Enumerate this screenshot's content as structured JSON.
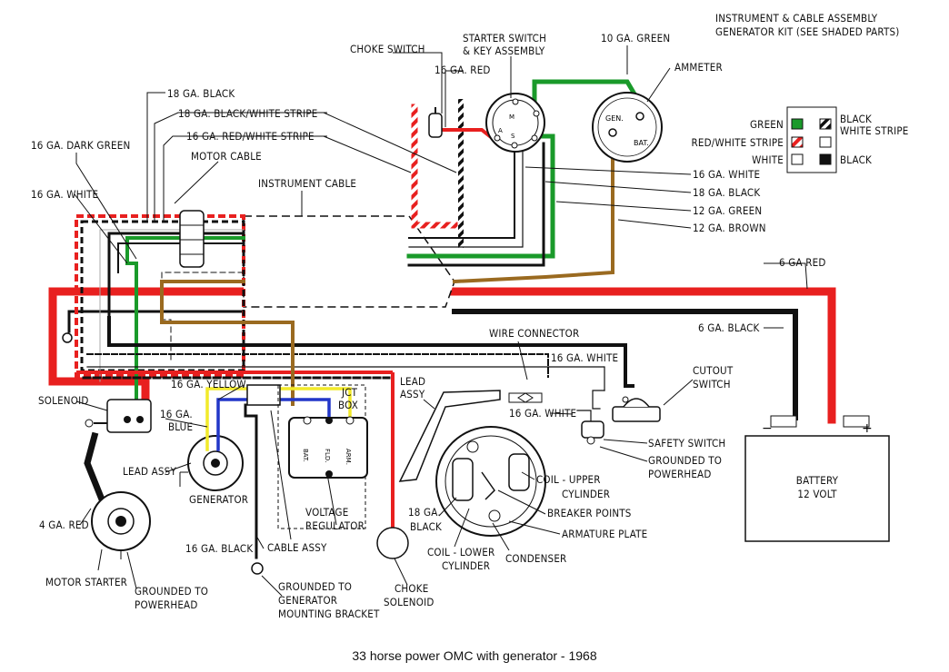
{
  "caption": "33 horse power OMC with generator - 1968",
  "header": {
    "line1": "INSTRUMENT & CABLE ASSEMBLY",
    "line2": "GENERATOR KIT (SEE SHADED PARTS)"
  },
  "legend": {
    "green": "GREEN",
    "red_white": "RED/WHITE STRIPE",
    "white": "WHITE",
    "black_white_1": "BLACK",
    "black_white_2": "WHITE STRIPE",
    "black": "BLACK"
  },
  "labels": {
    "choke_switch": "CHOKE SWITCH",
    "starter_switch_1": "STARTER SWITCH",
    "starter_switch_2": "& KEY ASSEMBLY",
    "ga10_green": "10 GA. GREEN",
    "ammeter": "AMMETER",
    "gen": "GEN.",
    "bat": "BAT.",
    "ga16_red": "16 GA. RED",
    "ga18_black_top": "18 GA. BLACK",
    "ga18_black_white": "18 GA. BLACK/WHITE STRIPE",
    "ga16_red_white": "16 GA. RED/WHITE STRIPE",
    "ga16_dark_green": "16 GA. DARK GREEN",
    "motor_cable": "MOTOR CABLE",
    "ga16_white_left": "16 GA. WHITE",
    "instrument_cable": "INSTRUMENT CABLE",
    "ga16_white_r": "16 GA. WHITE",
    "ga18_black_r": "18 GA. BLACK",
    "ga12_green": "12 GA. GREEN",
    "ga12_brown": "12 GA. BROWN",
    "ga6_red": "6 GA RED",
    "ga6_black": "6 GA. BLACK",
    "wire_connector": "WIRE CONNECTOR",
    "ga16_white_mid": "16 GA. WHITE",
    "cutout_switch_1": "CUTOUT",
    "cutout_switch_2": "SWITCH",
    "lead_assy_1": "LEAD",
    "lead_assy_2": "ASSY",
    "ga16_white_low": "16 GA. WHITE",
    "safety_switch": "SAFETY SWITCH",
    "grounded_ph_r1": "GROUNDED TO",
    "grounded_ph_r2": "POWERHEAD",
    "battery_1": "BATTERY",
    "battery_2": "12 VOLT",
    "solenoid": "SOLENOID",
    "ga16_yellow": "16 GA. YELLOW",
    "ga16_blue_1": "16 GA.",
    "ga16_blue_2": "BLUE",
    "jct_box_1": "JCT",
    "jct_box_2": "BOX",
    "bat_term": "BAT.",
    "fld_term": "FLD.",
    "arm_term": "ARM.",
    "lead_assy_left": "LEAD ASSY",
    "generator": "GENERATOR",
    "ga4_red": "4 GA. RED",
    "motor_starter": "MOTOR STARTER",
    "grounded_ph_l1": "GROUNDED TO",
    "grounded_ph_l2": "POWERHEAD",
    "ga16_black_low": "16 GA. BLACK",
    "cable_assy": "CABLE ASSY",
    "grounded_gen_1": "GROUNDED TO",
    "grounded_gen_2": "GENERATOR",
    "grounded_gen_3": "MOUNTING BRACKET",
    "voltage_reg_1": "VOLTAGE",
    "voltage_reg_2": "REGULATOR",
    "choke_solenoid_1": "CHOKE",
    "choke_solenoid_2": "SOLENOID",
    "ga18_black_low_1": "18 GA.",
    "ga18_black_low_2": "BLACK",
    "coil_upper_1": "COIL - UPPER",
    "coil_upper_2": "CYLINDER",
    "breaker_points": "BREAKER POINTS",
    "armature_plate": "ARMATURE PLATE",
    "coil_lower_1": "COIL - LOWER",
    "coil_lower_2": "CYLINDER",
    "condenser": "CONDENSER",
    "minus": "−",
    "plus": "+"
  },
  "colors": {
    "red": "#e8201f",
    "green": "#1a9a2a",
    "black": "#111111",
    "brown": "#9a6a20",
    "yellow": "#f2ea2a",
    "blue": "#2236c8",
    "white": "#ffffff"
  }
}
